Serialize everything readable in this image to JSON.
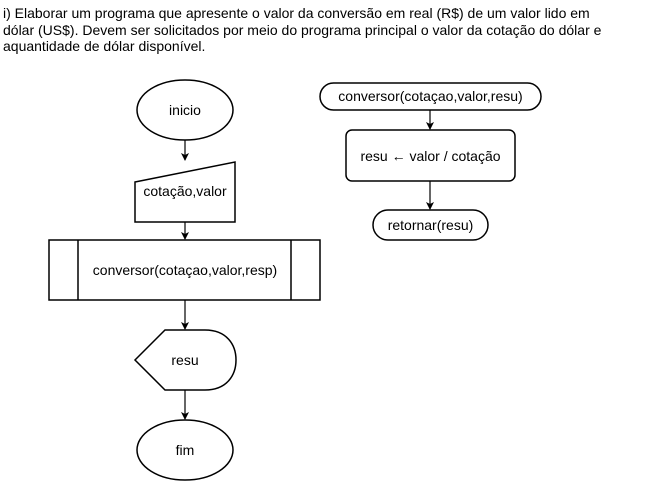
{
  "problem": {
    "lines": [
      "i) Elaborar um programa que apresente o valor da conversão em real (R$) de um valor lido em",
      "dólar (US$). Devem ser solicitados por meio do programa principal o valor da cotação do dólar e",
      "aquantidade de dólar disponível."
    ]
  },
  "main_flow": {
    "start": "inicio",
    "input": "cotação,valor",
    "call": "conversor(cotaçao,valor,resp)",
    "output": "resu",
    "end": "fim"
  },
  "function_flow": {
    "header": "conversor(cotaçao,valor,resu)",
    "process": "resu ← valor / cotação",
    "return": "retornar(resu)"
  }
}
